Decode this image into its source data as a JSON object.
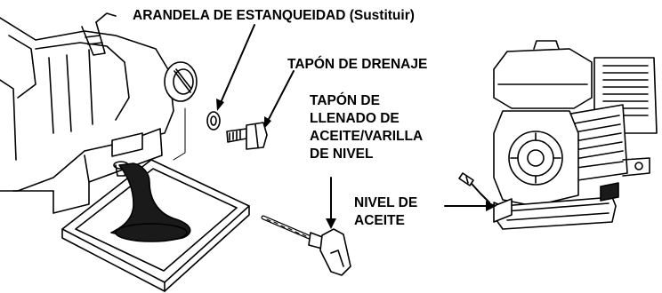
{
  "labels": {
    "washer": "ARANDELA DE ESTANQUEIDAD (Sustituir)",
    "drain_plug": "TAPÓN DE DRENAJE",
    "fill_cap_1": "TAPÓN DE",
    "fill_cap_2": "LLENADO DE",
    "fill_cap_3": "ACEITE/VARILLA",
    "fill_cap_4": "DE NIVEL",
    "oil_level_1": "NIVEL DE",
    "oil_level_2": "ACEITE"
  },
  "colors": {
    "ink": "#000000",
    "oil": "#1a1a1a",
    "paper": "#ffffff"
  }
}
